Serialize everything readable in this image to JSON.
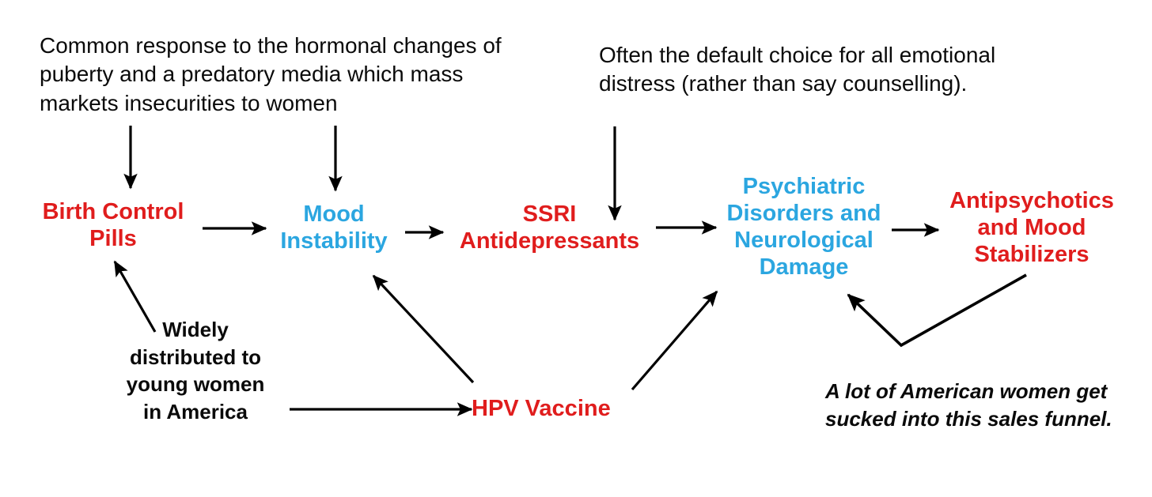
{
  "diagram": {
    "title": "Sales funnel flow diagram",
    "colors": {
      "red": "#e01d1d",
      "blue": "#2ba6e0",
      "text": "#0a0a0a",
      "arrow": "#000000",
      "background": "#ffffff"
    },
    "nodes": [
      {
        "id": "birth-control-pills",
        "label": "Birth Control\nPills",
        "color": "red"
      },
      {
        "id": "mood-instability",
        "label": "Mood\nInstability",
        "color": "blue"
      },
      {
        "id": "ssri-antidepressants",
        "label": "SSRI\nAntidepressants",
        "color": "red"
      },
      {
        "id": "psychiatric-disorders",
        "label": "Psychiatric\nDisorders and\nNeurological\nDamage",
        "color": "blue"
      },
      {
        "id": "antipsychotics",
        "label": "Antipsychotics\nand Mood\nStabilizers",
        "color": "red"
      },
      {
        "id": "hpv-vaccine",
        "label": "HPV Vaccine",
        "color": "red"
      }
    ],
    "annotations": [
      {
        "id": "puberty-note",
        "text": "Common response to the hormonal changes of puberty and a predatory media which mass markets insecurities to women",
        "style": "plain"
      },
      {
        "id": "default-choice-note",
        "text": "Often the default choice for all emotional distress (rather than say counselling).",
        "style": "plain"
      },
      {
        "id": "widely-distributed-note",
        "text": "Widely distributed to young women in America",
        "style": "bold"
      },
      {
        "id": "sales-funnel-note",
        "text": "A lot of American women get sucked into this sales funnel.",
        "style": "bold-italic"
      }
    ],
    "edges": [
      {
        "id": "edge-puberty-to-pills",
        "from": "puberty-note",
        "to": "birth-control-pills",
        "kind": "straight-arrow"
      },
      {
        "id": "edge-puberty-to-mood",
        "from": "puberty-note",
        "to": "mood-instability",
        "kind": "straight-arrow"
      },
      {
        "id": "edge-default-to-ssri",
        "from": "default-choice-note",
        "to": "ssri-antidepressants",
        "kind": "straight-arrow"
      },
      {
        "id": "edge-pills-to-mood",
        "from": "birth-control-pills",
        "to": "mood-instability",
        "kind": "straight-arrow"
      },
      {
        "id": "edge-mood-to-ssri",
        "from": "mood-instability",
        "to": "ssri-antidepressants",
        "kind": "straight-arrow"
      },
      {
        "id": "edge-ssri-to-psychiatric",
        "from": "ssri-antidepressants",
        "to": "psychiatric-disorders",
        "kind": "straight-arrow"
      },
      {
        "id": "edge-psychiatric-to-antipsychotics",
        "from": "psychiatric-disorders",
        "to": "antipsychotics",
        "kind": "straight-arrow"
      },
      {
        "id": "edge-widely-to-pills",
        "from": "widely-distributed-note",
        "to": "birth-control-pills",
        "kind": "diagonal-arrow"
      },
      {
        "id": "edge-widely-to-hpv",
        "from": "widely-distributed-note",
        "to": "hpv-vaccine",
        "kind": "straight-arrow"
      },
      {
        "id": "edge-hpv-to-mood",
        "from": "hpv-vaccine",
        "to": "mood-instability",
        "kind": "diagonal-arrow"
      },
      {
        "id": "edge-hpv-to-psychiatric",
        "from": "hpv-vaccine",
        "to": "psychiatric-disorders",
        "kind": "diagonal-arrow"
      },
      {
        "id": "edge-antipsychotics-to-psychiatric",
        "from": "antipsychotics",
        "to": "psychiatric-disorders",
        "kind": "bent-arrow"
      }
    ]
  }
}
